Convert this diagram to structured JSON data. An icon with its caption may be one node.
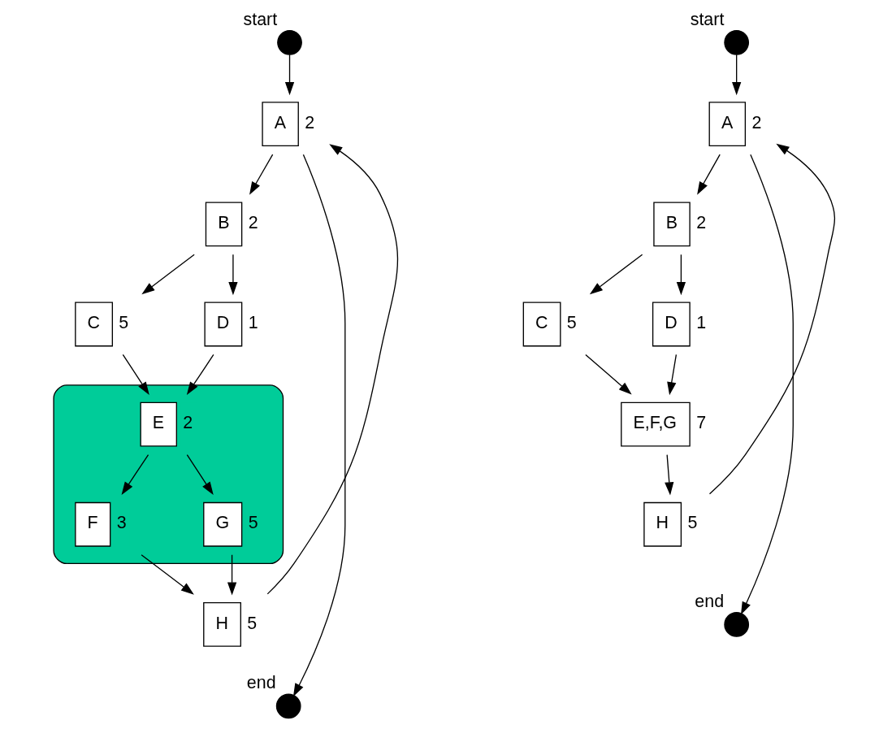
{
  "diagram": {
    "nodes": [
      {
        "text": [],
        "shape": "circle",
        "beside": [
          "start"
        ]
      },
      {
        "text": [
          "A"
        ],
        "beside": [
          "2"
        ]
      },
      {
        "text": [
          "B"
        ],
        "beside": [
          "2"
        ]
      },
      {
        "text": [
          "C"
        ],
        "beside": [
          "5"
        ]
      },
      {
        "text": [
          "D"
        ],
        "beside": [
          "1"
        ]
      },
      {
        "text": [],
        "shape": "ellipse"
      },
      {
        "text": [
          "E"
        ],
        "beside": [
          "2"
        ],
        "in": 5
      },
      {
        "text": [
          "F"
        ],
        "beside": [
          "3"
        ],
        "in": 5
      },
      {
        "text": [
          "G"
        ],
        "beside": [
          "5"
        ],
        "in": 5
      },
      {
        "text": [
          "H"
        ],
        "beside": [
          "5"
        ]
      },
      {
        "text": [],
        "shape": "circle",
        "beside": [
          "end"
        ]
      },
      {
        "text": [],
        "shape": "circle",
        "beside": [
          "start"
        ]
      },
      {
        "text": [
          "A"
        ],
        "beside": [
          "2"
        ]
      },
      {
        "text": [
          "B"
        ],
        "beside": [
          "2"
        ]
      },
      {
        "text": [
          "C"
        ],
        "beside": [
          "5"
        ]
      },
      {
        "text": [
          "D"
        ],
        "beside": [
          "1"
        ]
      },
      {
        "text": [
          "E,F,G"
        ],
        "beside": [
          "7"
        ]
      },
      {
        "text": [
          "H"
        ],
        "beside": [
          "5"
        ]
      },
      {
        "text": [],
        "shape": "circle",
        "beside": [
          "end"
        ]
      }
    ],
    "edges": [
      {
        "from": 0,
        "to": 1,
        "arrow": "to"
      },
      {
        "from": 1,
        "to": 2,
        "arrow": "to"
      },
      {
        "from": 2,
        "to": 3,
        "arrow": "to"
      },
      {
        "from": 2,
        "to": 4,
        "arrow": "to"
      },
      {
        "from": 3,
        "to": 6,
        "arrow": "to"
      },
      {
        "from": 4,
        "to": 6,
        "arrow": "to"
      },
      {
        "from": 6,
        "to": 7,
        "arrow": "to"
      },
      {
        "from": 6,
        "to": 8,
        "arrow": "to"
      },
      {
        "from": 7,
        "to": 9,
        "arrow": "to"
      },
      {
        "from": 8,
        "to": 9,
        "arrow": "to"
      },
      {
        "from": 9,
        "to": 1,
        "arrow": "to"
      },
      {
        "from": 1,
        "to": 10,
        "arrow": "to"
      },
      {
        "from": 11,
        "to": 12,
        "arrow": "to"
      },
      {
        "from": 12,
        "to": 13,
        "arrow": "to"
      },
      {
        "from": 13,
        "to": 14,
        "arrow": "to"
      },
      {
        "from": 13,
        "to": 15,
        "arrow": "to"
      },
      {
        "from": 14,
        "to": 16,
        "arrow": "to"
      },
      {
        "from": 15,
        "to": 16,
        "arrow": "to"
      },
      {
        "from": 16,
        "to": 17,
        "arrow": "to"
      },
      {
        "from": 17,
        "to": 12,
        "arrow": "to"
      },
      {
        "from": 12,
        "to": 18,
        "arrow": "to"
      }
    ]
  }
}
